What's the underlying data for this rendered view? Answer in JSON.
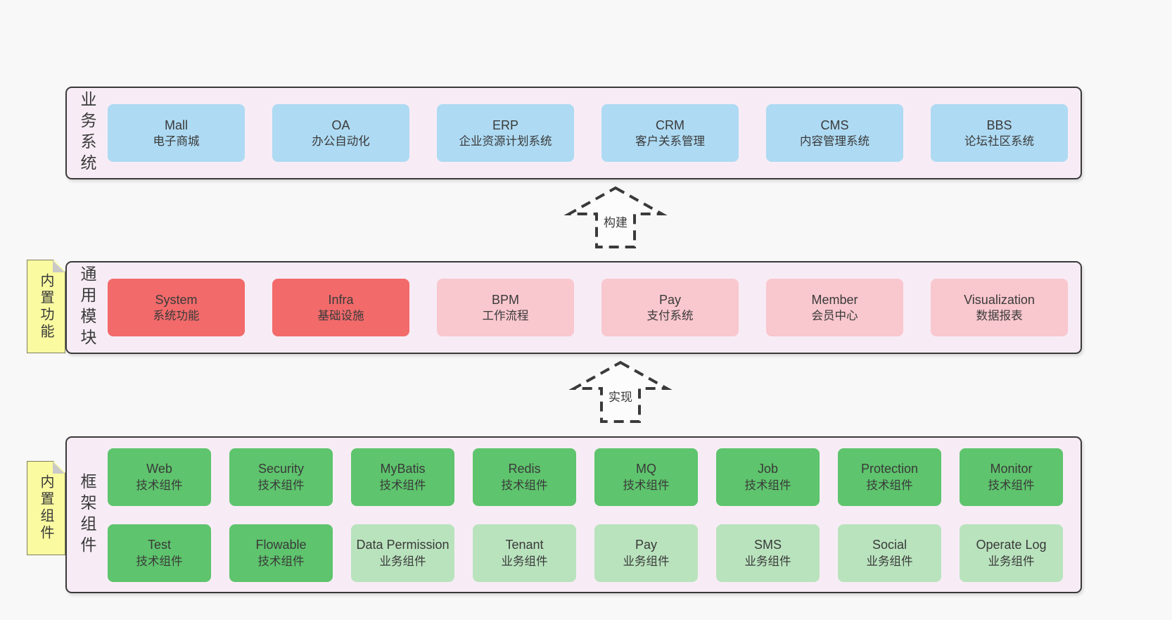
{
  "colors": {
    "page_bg": "#f8f8f8",
    "band_bg": "#f7ecf5",
    "band_border": "#3a3a3a",
    "blue_box": "#aedaf3",
    "red_box": "#f26a6a",
    "pink_box": "#f9c7ce",
    "green_box": "#5ec46d",
    "light_green_box": "#b9e3bd",
    "note_yellow": "#fafaa0",
    "note_fold_gray": "#c9c9c9",
    "text": "#3a3a3a"
  },
  "arrows": [
    {
      "label": "构建"
    },
    {
      "label": "实现"
    }
  ],
  "notes": [
    {
      "label": "内置功能"
    },
    {
      "label": "内置组件"
    }
  ],
  "bands": [
    {
      "label": "业务系统",
      "boxes": [
        {
          "name": "Mall",
          "subtitle": "电子商城",
          "type": "blue"
        },
        {
          "name": "OA",
          "subtitle": "办公自动化",
          "type": "blue"
        },
        {
          "name": "ERP",
          "subtitle": "企业资源计划系统",
          "type": "blue"
        },
        {
          "name": "CRM",
          "subtitle": "客户关系管理",
          "type": "blue"
        },
        {
          "name": "CMS",
          "subtitle": "内容管理系统",
          "type": "blue"
        },
        {
          "name": "BBS",
          "subtitle": "论坛社区系统",
          "type": "blue"
        }
      ]
    },
    {
      "label": "通用模块",
      "boxes": [
        {
          "name": "System",
          "subtitle": "系统功能",
          "type": "red"
        },
        {
          "name": "Infra",
          "subtitle": "基础设施",
          "type": "red"
        },
        {
          "name": "BPM",
          "subtitle": "工作流程",
          "type": "pink"
        },
        {
          "name": "Pay",
          "subtitle": "支付系统",
          "type": "pink"
        },
        {
          "name": "Member",
          "subtitle": "会员中心",
          "type": "pink"
        },
        {
          "name": "Visualization",
          "subtitle": "数据报表",
          "type": "pink"
        }
      ]
    },
    {
      "label": "框架组件",
      "rows": [
        [
          {
            "name": "Web",
            "subtitle": "技术组件",
            "type": "green"
          },
          {
            "name": "Security",
            "subtitle": "技术组件",
            "type": "green"
          },
          {
            "name": "MyBatis",
            "subtitle": "技术组件",
            "type": "green"
          },
          {
            "name": "Redis",
            "subtitle": "技术组件",
            "type": "green"
          },
          {
            "name": "MQ",
            "subtitle": "技术组件",
            "type": "green"
          },
          {
            "name": "Job",
            "subtitle": "技术组件",
            "type": "green"
          },
          {
            "name": "Protection",
            "subtitle": "技术组件",
            "type": "green"
          },
          {
            "name": "Monitor",
            "subtitle": "技术组件",
            "type": "green"
          }
        ],
        [
          {
            "name": "Test",
            "subtitle": "技术组件",
            "type": "green"
          },
          {
            "name": "Flowable",
            "subtitle": "技术组件",
            "type": "green"
          },
          {
            "name": "Data Permission",
            "subtitle": "业务组件",
            "type": "lightgreen"
          },
          {
            "name": "Tenant",
            "subtitle": "业务组件",
            "type": "lightgreen"
          },
          {
            "name": "Pay",
            "subtitle": "业务组件",
            "type": "lightgreen"
          },
          {
            "name": "SMS",
            "subtitle": "业务组件",
            "type": "lightgreen"
          },
          {
            "name": "Social",
            "subtitle": "业务组件",
            "type": "lightgreen"
          },
          {
            "name": "Operate Log",
            "subtitle": "业务组件",
            "type": "lightgreen"
          }
        ]
      ]
    }
  ]
}
